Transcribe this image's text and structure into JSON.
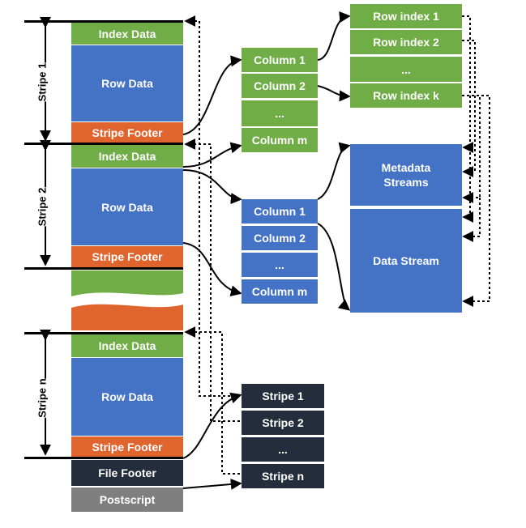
{
  "file_blocks": {
    "index_data": "Index Data",
    "row_data": "Row Data",
    "stripe_footer": "Stripe Footer",
    "file_footer": "File Footer",
    "postscript": "Postscript"
  },
  "stripe_labels": [
    "Stripe 1",
    "Stripe 2",
    "Stripe n"
  ],
  "index_columns": [
    "Column 1",
    "Column 2",
    "...",
    "Column m"
  ],
  "data_columns": [
    "Column 1",
    "Column 2",
    "...",
    "Column m"
  ],
  "row_indexes": [
    "Row index 1",
    "Row index 2",
    "...",
    "Row index k"
  ],
  "streams": {
    "metadata": "Metadata Streams",
    "data": "Data Stream"
  },
  "stripes_list": [
    "Stripe 1",
    "Stripe 2",
    "...",
    "Stripe n"
  ],
  "colors": {
    "green": "#70ad47",
    "blue": "#4472c4",
    "orange": "#e0642e",
    "dark": "#232d3b",
    "gray": "#7f7f7f"
  }
}
